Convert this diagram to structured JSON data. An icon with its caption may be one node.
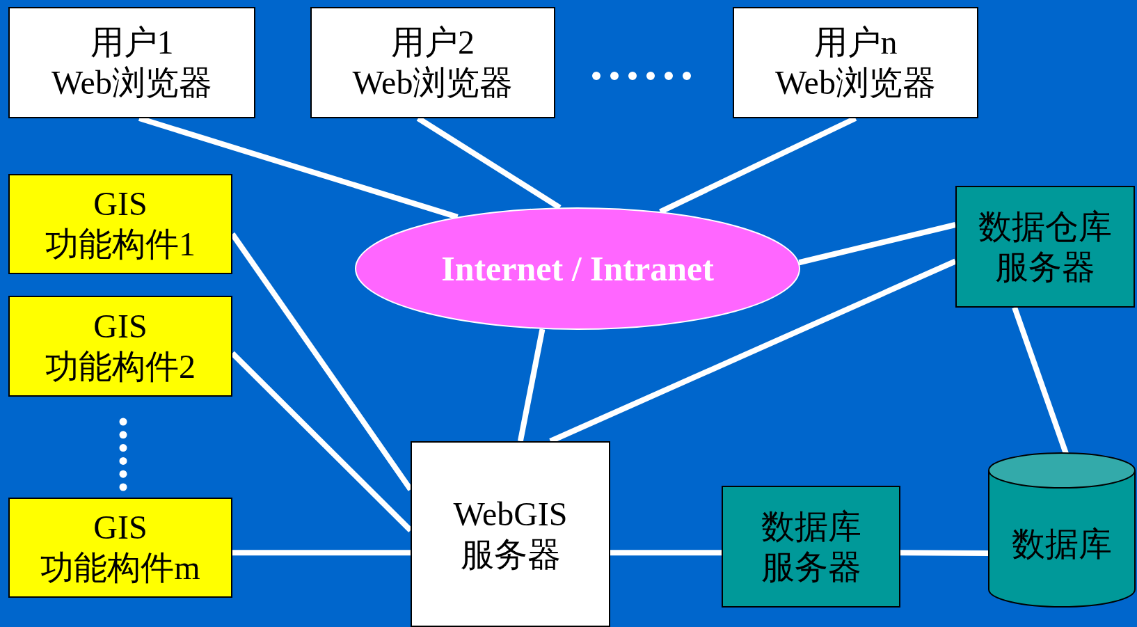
{
  "diagram": {
    "nodes": [
      {
        "text": [
          "用户1 Web浏览器"
        ]
      },
      {
        "text": [
          "用户2 Web浏览器"
        ]
      },
      {
        "text": [
          "用户n Web浏览器"
        ]
      },
      {
        "text": [
          "GIS 功能构件1"
        ]
      },
      {
        "text": [
          "GIS 功能构件2"
        ]
      },
      {
        "text": [
          "GIS 功能构件m"
        ]
      },
      {
        "text": [
          "Internet / Intranet"
        ]
      },
      {
        "text": [
          "数据仓库服务器"
        ]
      },
      {
        "text": [
          "WebGIS 服务器"
        ]
      },
      {
        "text": [
          "数据库服务器"
        ]
      },
      {
        "text": [
          "数据库"
        ]
      }
    ],
    "edges": [
      {
        "from": 0,
        "to": 6,
        "arrow": "none"
      },
      {
        "from": 1,
        "to": 6,
        "arrow": "none"
      },
      {
        "from": 2,
        "to": 6,
        "arrow": "none"
      },
      {
        "from": 6,
        "to": 7,
        "arrow": "none"
      },
      {
        "from": 6,
        "to": 8,
        "arrow": "none"
      },
      {
        "from": 7,
        "to": 8,
        "arrow": "none"
      },
      {
        "from": 7,
        "to": 10,
        "arrow": "none"
      },
      {
        "from": 3,
        "to": 8,
        "arrow": "none"
      },
      {
        "from": 4,
        "to": 8,
        "arrow": "none"
      },
      {
        "from": 5,
        "to": 8,
        "arrow": "none"
      },
      {
        "from": 8,
        "to": 9,
        "arrow": "none"
      },
      {
        "from": 9,
        "to": 10,
        "arrow": "none"
      }
    ]
  }
}
